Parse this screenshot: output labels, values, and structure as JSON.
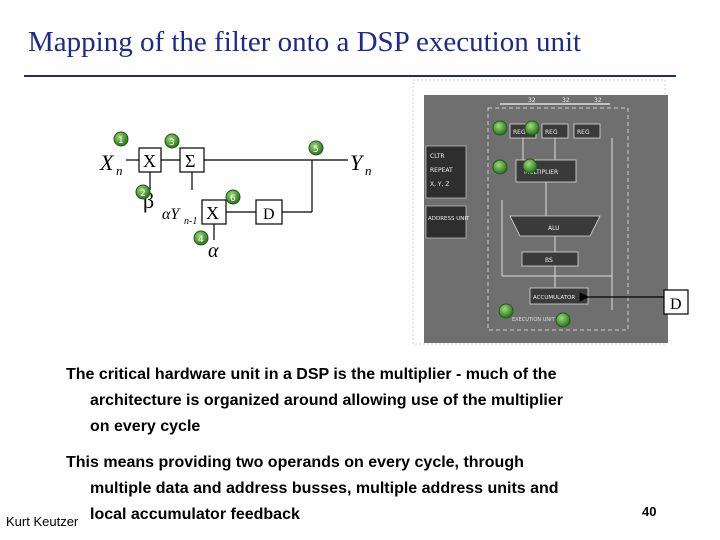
{
  "slide": {
    "title": "Mapping of the filter onto a DSP execution unit",
    "author": "Kurt Keutzer",
    "page_number": "40"
  },
  "filter": {
    "input_label": "X",
    "input_sub": "n",
    "output_label": "Y",
    "output_sub": "n",
    "multiplier_symbol": "X",
    "sum_symbol": "Σ",
    "delay_symbol": "D",
    "beta": "β",
    "alpha": "α",
    "feedback_label": "αY",
    "feedback_sub": "n-1",
    "step_numbers": [
      "1",
      "2",
      "3",
      "4",
      "5",
      "6"
    ]
  },
  "dsp": {
    "blocks": {
      "reg1": "REG",
      "reg2": "REG",
      "reg3": "REG",
      "cltr": "CLTR",
      "repeat": "REPEAT",
      "xyz": "X, Y, Z",
      "address_unit": "ADDRESS UNIT",
      "multiplier": "MULTIPLIER",
      "alu": "ALU",
      "bs": "BS",
      "accumulator": "ACCUMULATOR",
      "exec_unit": "EXECUTION UNIT"
    },
    "bus_labels": [
      "32",
      "32",
      "32"
    ],
    "delay_callout": "D"
  },
  "text": {
    "para1_line1": "The critical hardware unit in a DSP is the multiplier - much of the",
    "para1_line2": "architecture is organized around allowing use of the multiplier",
    "para1_line3": "on every cycle",
    "para2_line1": "This means providing two operands on every cycle, through",
    "para2_line2": "multiple data and address busses, multiple address units and",
    "para2_line3": "local accumulator feedback"
  },
  "colors": {
    "title": "#1c2a8f",
    "marker_fill": "#3a8a2a",
    "photo_bg": "#7a7a7a",
    "photo_dark": "#3a3a3a"
  }
}
